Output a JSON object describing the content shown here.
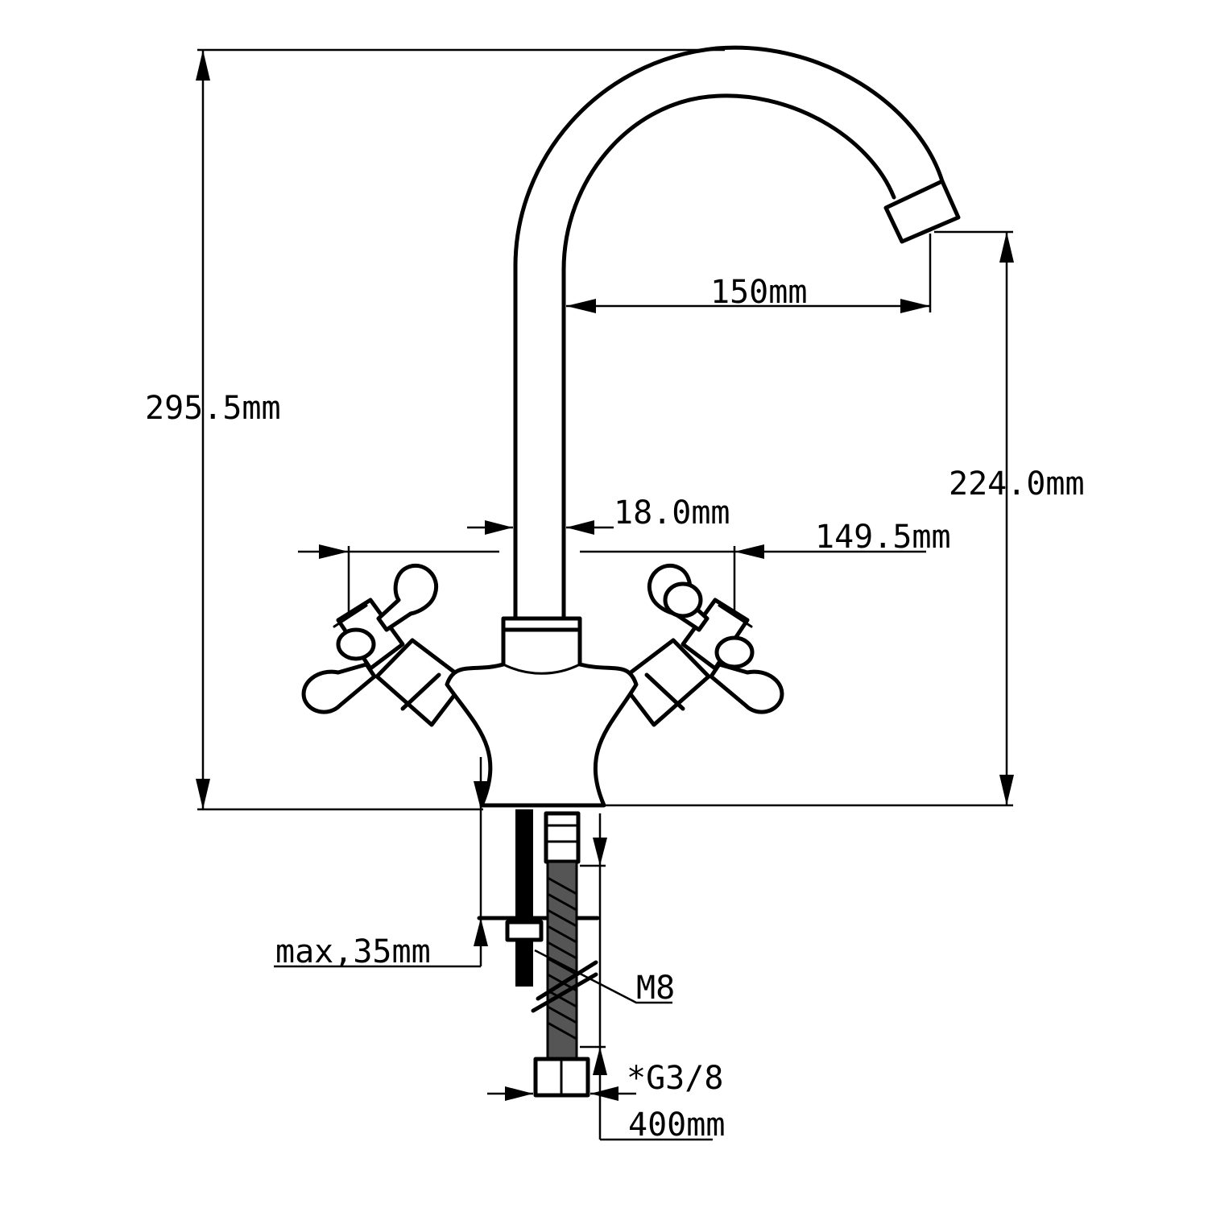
{
  "dimensions": {
    "total_height": "295.5mm",
    "spout_height": "224.0mm",
    "spout_reach": "150mm",
    "spout_diameter": "18.0mm",
    "handle_span": "149.5mm",
    "max_deck_thickness": "max,35mm",
    "mounting_thread": "M8",
    "hose_connection": "*G3/8",
    "hose_length": "400mm"
  }
}
